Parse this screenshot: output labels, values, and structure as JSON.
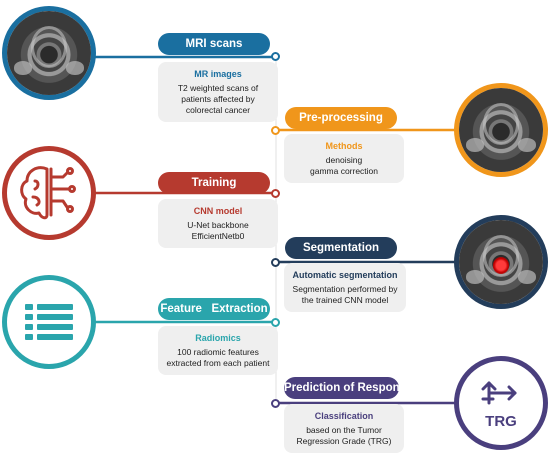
{
  "colors": {
    "mri": "#1a6fa0",
    "preprocessing": "#f0961b",
    "training": "#b63a2f",
    "segmentation": "#233d5b",
    "feature": "#2aa5ac",
    "prediction": "#4a3f7e"
  },
  "steps": [
    {
      "id": "mri",
      "title": "MRI scans",
      "subtitle": "MR images",
      "lines": [
        "T2 weighted scans of",
        "patients affected by",
        "colorectal cancer"
      ],
      "icon": "mri-scan-image"
    },
    {
      "id": "preprocessing",
      "title": "Pre-processing",
      "subtitle": "Methods",
      "lines": [
        "denoising",
        "gamma correction"
      ],
      "icon": "mri-scan-image"
    },
    {
      "id": "training",
      "title": "Training",
      "subtitle": "CNN model",
      "lines": [
        "U-Net backbone",
        "EfficientNetb0"
      ],
      "icon": "brain-circuit-icon"
    },
    {
      "id": "segmentation",
      "title": "Segmentation",
      "subtitle": "Automatic segmentation",
      "lines": [
        "Segmentation performed by",
        "the trained CNN model"
      ],
      "icon": "mri-tumor-image"
    },
    {
      "id": "feature",
      "title": "Feature   Extraction",
      "subtitle": "Radiomics",
      "lines": [
        "100 radiomic features",
        "extracted from each patient"
      ],
      "icon": "feature-list-icon"
    },
    {
      "id": "prediction",
      "title": "Prediction of Response",
      "subtitle": "Classification",
      "lines": [
        "based on the Tumor",
        "Regression Grade (TRG)"
      ],
      "icon": "trg-arrow-icon",
      "badge": "TRG"
    }
  ]
}
